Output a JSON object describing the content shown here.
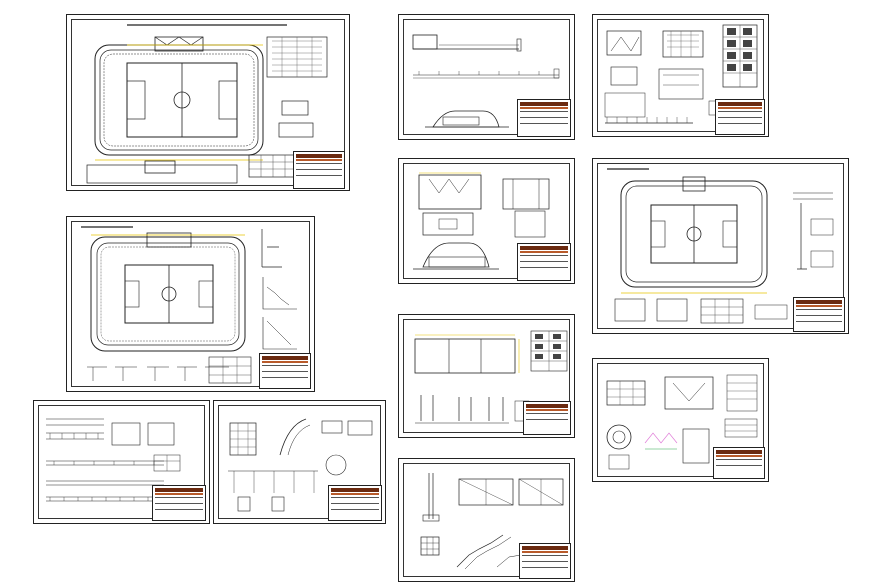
{
  "drawing_set": {
    "background": "#ffffff",
    "line_color": "#222222",
    "accent_colors": [
      "#e8c400",
      "#d23c1e",
      "#6b2a10",
      "#e07ad8",
      "#2aa84a"
    ]
  },
  "sheets": [
    {
      "id": "stadium-plan-1",
      "content": "stadium-field-plan"
    },
    {
      "id": "elevation-sheet-1",
      "content": "long-elevation"
    },
    {
      "id": "detail-sheet-1",
      "content": "mixed-details"
    },
    {
      "id": "stadium-plan-2",
      "content": "stadium-field-plan-with-sections"
    },
    {
      "id": "entrance-sheet",
      "content": "entrance-plans"
    },
    {
      "id": "stadium-plan-3",
      "content": "stadium-field-plan"
    },
    {
      "id": "gate-sheet",
      "content": "gate-plan-and-details"
    },
    {
      "id": "bench-sheet",
      "content": "plan-sections-elevations"
    },
    {
      "id": "misc-details-sheet",
      "content": "round-and-box-details"
    },
    {
      "id": "column-sheet",
      "content": "column-and-stair-details"
    },
    {
      "id": "wall-sheet",
      "content": "wall-elevations"
    },
    {
      "id": "section-sheet",
      "content": "sections-and-profiles"
    }
  ]
}
